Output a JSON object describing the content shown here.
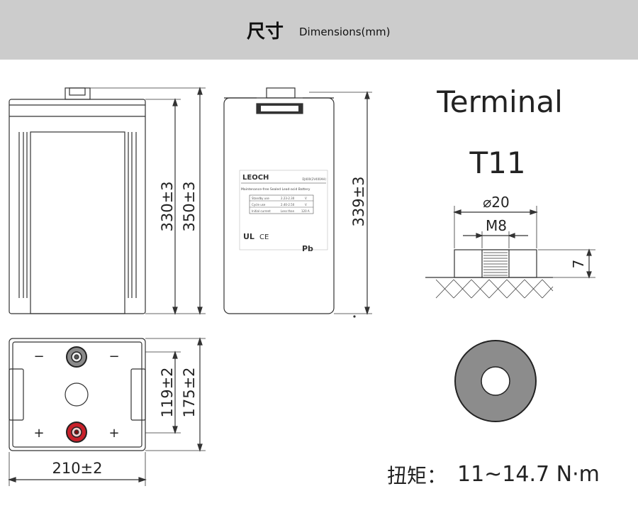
{
  "header": {
    "title": "尺寸",
    "subtitle": "Dimensions(mm)"
  },
  "front_view": {
    "dim_height_inner": "330±3",
    "dim_height_total": "350±3"
  },
  "side_view": {
    "dim_height": "339±3",
    "label": {
      "brand": "LEOCH",
      "model": "DJ400(2V400AH)",
      "type": "Maintenance-free Sealed Lead-acid Battery",
      "rows": [
        {
          "k": "Standby use",
          "v": "2.23-2.30",
          "u": "V"
        },
        {
          "k": "Cycle use",
          "v": "2.40-2.50",
          "u": "V"
        },
        {
          "k": "Initial current",
          "v": "Less than",
          "u": "120 A"
        }
      ],
      "certs": [
        "UL",
        "CE",
        "Pb"
      ]
    }
  },
  "top_view": {
    "dim_width": "210±2",
    "dim_depth_inner": "119±2",
    "dim_depth_total": "175±2",
    "minus_sign": "−",
    "plus_sign": "+"
  },
  "terminal": {
    "heading": "Terminal",
    "code": "T11",
    "diameter": "⌀20",
    "thread": "M8",
    "height": "7"
  },
  "torque": {
    "label": "扭矩：",
    "value": "11~14.7 N·m"
  },
  "colors": {
    "header_bg": "#cccccc",
    "positive_terminal": "#c8202a",
    "negative_terminal": "#8a8a8a",
    "terminal_face": "#8c8c8c"
  }
}
